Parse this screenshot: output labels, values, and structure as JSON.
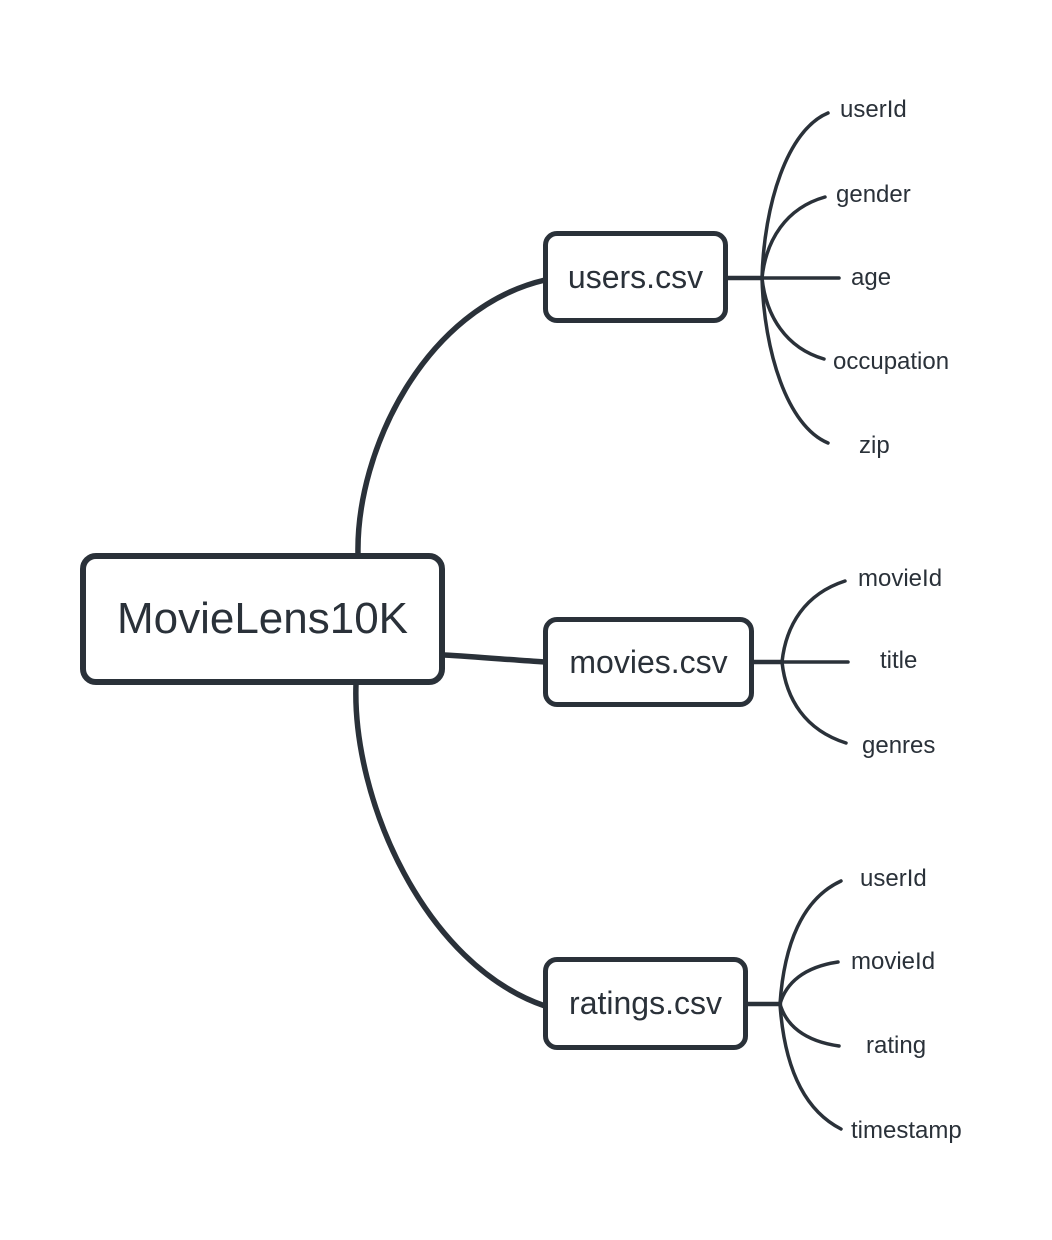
{
  "diagram": {
    "type": "mindmap",
    "root": {
      "label": "MovieLens10K"
    },
    "branches": [
      {
        "id": "users",
        "label": "users.csv",
        "children": [
          "userId",
          "gender",
          "age",
          "occupation",
          "zip"
        ]
      },
      {
        "id": "movies",
        "label": "movies.csv",
        "children": [
          "movieId",
          "title",
          "genres"
        ]
      },
      {
        "id": "ratings",
        "label": "ratings.csv",
        "children": [
          "userId",
          "movieId",
          "rating",
          "timestamp"
        ]
      }
    ],
    "colors": {
      "stroke": "#2a3139",
      "text": "#2a3139",
      "background": "#ffffff",
      "node_fill": "#ffffff"
    }
  }
}
